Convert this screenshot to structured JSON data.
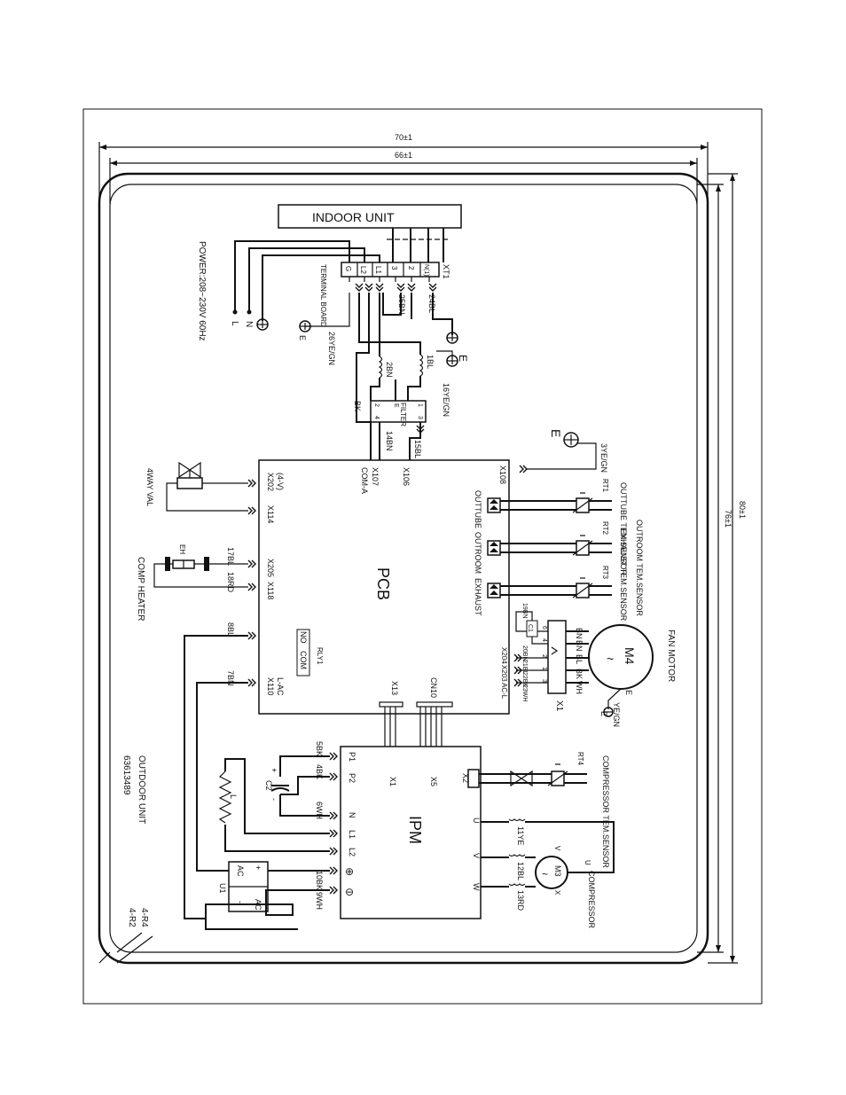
{
  "dimensions": {
    "outer_width": "70±1",
    "inner_width": "66±1",
    "outer_height": "80±1",
    "inner_height": "76±1"
  },
  "indoor_unit": "INDOOR UNIT",
  "terminal_board": {
    "label": "TERMINAL BOARD",
    "xt_label": "XT1",
    "terminals": [
      "G",
      "L2",
      "L1",
      "3",
      "2",
      "N(1)"
    ]
  },
  "power": {
    "label": "POWER:208~230V 60Hz",
    "lines": [
      "L",
      "N"
    ],
    "earth": "E"
  },
  "wires": {
    "w26": "26YE/GN",
    "w25": "25BN",
    "w24": "24BL",
    "w2": "2BN",
    "w1": "1BL",
    "w16": "16YE/GN",
    "bk": "BK",
    "w14": "14BN",
    "w15": "15BL",
    "w3": "3YE/GN",
    "w17": "17BL",
    "w18": "18RD",
    "w8": "8BL",
    "w7": "7BN",
    "w5": "5BK",
    "w4": "4BK",
    "w6": "6WH",
    "w10": "10BK",
    "w9": "9WH",
    "w11": "11YE",
    "w12": "12BL",
    "w13": "13RD",
    "fan_e": "YE/GN"
  },
  "filter": {
    "label": "FILTER",
    "pins": [
      "2",
      "4",
      "E",
      "1",
      "3"
    ]
  },
  "pcb": {
    "label": "PCB",
    "connectors": [
      "X202",
      "(4-V)",
      "X114",
      "X205",
      "X118",
      "NO",
      "COM",
      "RLY1",
      "L-AC",
      "X110",
      "COM-A",
      "X107",
      "X106",
      "X108",
      "X13",
      "CN10",
      "X204",
      "X203",
      "AC-L"
    ],
    "sensor_ports": [
      "OUTTUBE",
      "OUTROOM",
      "EXHAUST"
    ]
  },
  "sensors": {
    "rt1": "RT1",
    "rt2": "RT2",
    "rt3": "RT3",
    "rt4": "RT4",
    "rt1_label": "OUTTUBE TEM.SENSOR",
    "rt2_label": "OUTROOM TEM.SENSOR",
    "rt3_label": "EXHAUST TEM.SENSOR",
    "rt4_label": "COMPRESSOR TEM.SENSOR"
  },
  "fan_motor": {
    "label": "FAN MOTOR",
    "name": "M4",
    "conn": "X1",
    "earth": "E",
    "wires": [
      "BN",
      "BN",
      "BL",
      "BK",
      "WH"
    ],
    "cap": "C1",
    "pins": [
      "6",
      "4",
      "2",
      "1",
      "3"
    ],
    "wire_nums": [
      "19BN",
      "20BN",
      "21BL",
      "22BK",
      "23WH"
    ]
  },
  "four_way": "4WAY VAL",
  "heater": {
    "label": "COMP HEATER",
    "name": "EH"
  },
  "ipm": {
    "label": "IPM",
    "left_pins": [
      "P1",
      "P2",
      "N",
      "L1",
      "L2",
      "⊕",
      "⊖"
    ],
    "top_pins": [
      "X1",
      "X5",
      "X2"
    ],
    "right_pins": [
      "U",
      "V",
      "W"
    ]
  },
  "capacitor": {
    "name": "C2",
    "plus": "+",
    "minus": "-"
  },
  "reactor": "L",
  "rectifier": {
    "name": "U1",
    "ac": "AC",
    "plus": "+",
    "minus": "-"
  },
  "compressor": {
    "label": "COMPRESSOR",
    "name": "M3",
    "terms": [
      "U",
      "V",
      "X"
    ]
  },
  "outdoor_unit": {
    "label": "OUTDOOR UNIT",
    "code": "63613489"
  },
  "corner_note": [
    "4-R4",
    "4-R2"
  ],
  "earth_symbol": "E"
}
